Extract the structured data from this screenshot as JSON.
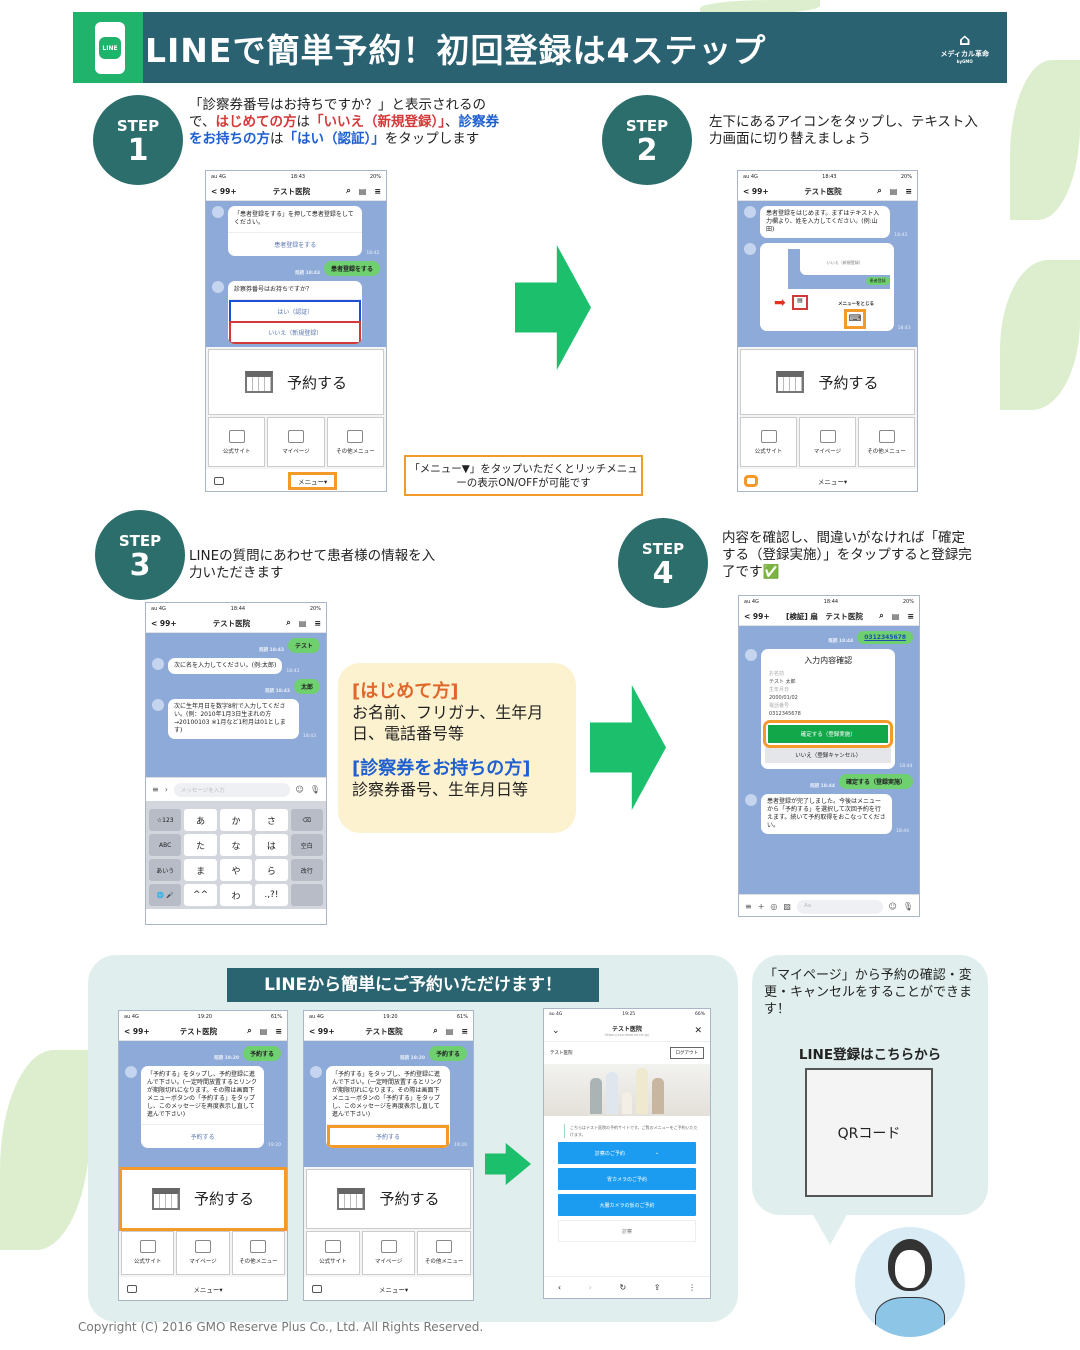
{
  "header": {
    "title": "LINEで簡単予約！初回登録は4ステップ",
    "logo_text": "LINE",
    "brand": "メディカル革命",
    "brand_sub": "byGMO"
  },
  "steps": [
    {
      "label": "STEP",
      "number": "1",
      "desc_parts": [
        "「診察券番号はお持ちですか？」と表示されるので、",
        "はじめての方",
        "は",
        "「いいえ（新規登録）」",
        "、",
        "診察券をお持ちの方",
        "は",
        "「はい（認証）」",
        "をタップします"
      ]
    },
    {
      "label": "STEP",
      "number": "2",
      "desc": "左下にあるアイコンをタップし、テキスト入力画面に切り替えましょう"
    },
    {
      "label": "STEP",
      "number": "3",
      "desc": "LINEの質問にあわせて患者様の情報を入力いただきます"
    },
    {
      "label": "STEP",
      "number": "4",
      "desc": "内容を確認し、間違いがなければ「確定する（登録実施）」をタップすると登録完了です✅"
    }
  ],
  "callout": "「メニュー▼」をタップいただくとリッチメニューの表示ON/OFFが可能です",
  "info_box": {
    "first_heading": "[はじめて方]",
    "first_text": "お名前、フリガナ、生年月日、電話番号等",
    "card_heading": "[診察券をお持ちの方]",
    "card_text": "診察券番号、生年月日等"
  },
  "rich_menu": {
    "reserve": "予約する",
    "official": "公式サイト",
    "mypage": "マイページ",
    "other": "その他メニュー",
    "menu_toggle": "メニュー▾"
  },
  "phones": {
    "p1": {
      "carrier": "au 4G",
      "time": "18:43",
      "battery": "20%",
      "back": "< 99+",
      "title": "テスト医院",
      "messages": [
        {
          "type": "card",
          "text": "「患者登録をする」を押して患者登録をしてください。",
          "buttons": [
            {
              "label": "患者登録をする"
            }
          ],
          "time": "18:42"
        },
        {
          "type": "out",
          "text": "患者登録をする",
          "read": "既読 18:43"
        },
        {
          "type": "card",
          "text": "診察券番号はお持ちですか？",
          "buttons": [
            {
              "label": "はい（認証）",
              "hl": "blue"
            },
            {
              "label": "いいえ（新規登録）",
              "hl": "red"
            }
          ]
        }
      ]
    },
    "p2": {
      "carrier": "au 4G",
      "time": "18:43",
      "battery": "20%",
      "back": "< 99+",
      "title": "テスト医院",
      "messages": [
        {
          "type": "in",
          "text": "患者登録をはじめます。まずはテキスト入力欄より、姓を入力してください。(例:山田)",
          "time": "18:43"
        },
        {
          "type": "tutorial",
          "option": "いいえ（新規登録）",
          "sent": "患者登録",
          "close": "メニューをとじる",
          "time": "18:43"
        }
      ]
    },
    "p3": {
      "carrier": "au 4G",
      "time": "18:44",
      "battery": "20%",
      "back": "< 99+",
      "title": "テスト医院",
      "input_placeholder": "メッセージを入力",
      "messages": [
        {
          "type": "out",
          "text": "テスト",
          "read": "既読 18:43"
        },
        {
          "type": "in",
          "text": "次に名を入力してください。(例:太郎)",
          "time": "18:43"
        },
        {
          "type": "out",
          "text": "太郎",
          "read": "既読 18:43"
        },
        {
          "type": "in",
          "text": "次に生年月日を数字8桁で入力してください。(例：2010年1月3日生まれの方→20100103 ※1月など1桁月は01とします)",
          "time": "18:43"
        }
      ],
      "keys": [
        "☆123",
        "あ",
        "か",
        "さ",
        "⌫",
        "ABC",
        "た",
        "な",
        "は",
        "空白",
        "あいう",
        "ま",
        "や",
        "ら",
        "改行",
        "🌐 🎤",
        "^^",
        "わ",
        ".,?!",
        ""
      ]
    },
    "p4": {
      "carrier": "au 4G",
      "time": "18:44",
      "battery": "20%",
      "back": "< 99+",
      "title": "[検証] 扇　テスト医院",
      "input_placeholder": "Aa",
      "messages": [
        {
          "type": "out",
          "text": "0312345678",
          "read": "既読 18:44"
        },
        {
          "type": "confirm",
          "heading": "入力内容確認",
          "fields": [
            "お名前",
            "テスト 太郎",
            "生年月日",
            "2000/01/02",
            "電話番号",
            "0312345678"
          ],
          "ok": "確定する（登録実施）",
          "cancel": "いいえ（登録キャンセル）",
          "time": "18:44"
        },
        {
          "type": "out",
          "text": "確定する（登録実施）",
          "read": "既読 18:44"
        },
        {
          "type": "in",
          "text": "患者登録が完了しました。今後はメニューから「予約する」を選択して次回予約を行えます。続いて予約取得をおこなってください。",
          "time": "18:44"
        }
      ]
    },
    "b1": {
      "carrier": "au 4G",
      "time": "19:20",
      "battery": "61%",
      "back": "< 99+",
      "title": "テスト医院",
      "messages": [
        {
          "type": "out",
          "text": "予約する",
          "read": "既読 19:20"
        },
        {
          "type": "card",
          "text": "「予約する」をタップし、予約登録に進んで下さい。(一定時間放置するとリンクが期限切れになります。その際は画面下メニューボタンの「予約する」をタップし、このメッセージを再度表示し直して進んで下さい)",
          "buttons": [
            {
              "label": "予約する"
            }
          ],
          "time": "19:20"
        }
      ]
    },
    "b2": {
      "carrier": "au 4G",
      "time": "19:20",
      "battery": "61%",
      "back": "< 99+",
      "title": "テスト医院",
      "messages": [
        {
          "type": "out",
          "text": "予約する",
          "read": "既読 19:20"
        },
        {
          "type": "card",
          "text": "「予約する」をタップし、予約登録に進んで下さい。(一定時間放置するとリンクが期限切れになります。その際は画面下メニューボタンの「予約する」をタップし、このメッセージを再度表示し直して進んで下さい)",
          "buttons": [
            {
              "label": "予約する",
              "hl": "orange"
            }
          ],
          "time": "19:20"
        }
      ]
    }
  },
  "browser": {
    "carrier": "au 4G",
    "time": "19:25",
    "battery": "66%",
    "title": "テスト医院",
    "url": "https://xxx.reserve.ne.jp/",
    "clinic": "テスト医院",
    "logout": "ログアウト",
    "notice": "こちらはテスト医院の予約サイトです。ご覧のメニューをご予約いただけます。",
    "buttons": [
      "診察のご予約",
      "胃カメラのご予約",
      "大腸カメラの仮のご予約"
    ],
    "plain_button": "診察"
  },
  "bottom": {
    "banner": "LINEから簡単にご予約いただけます！",
    "mypage_text": "「マイページ」から予約の確認・変更・キャンセルをすることができます！",
    "register_label": "LINE登録はこちらから",
    "qr_label": "QRコード"
  },
  "copyright": "Copyright (C) 2016 GMO Reserve Plus Co., Ltd. All Rights Reserved.",
  "colors": {
    "header": "#2a6272",
    "line_green": "#1fb36b",
    "step": "#2b6e6c",
    "arrow": "#1bbf6c",
    "highlight": "#f39a2b",
    "chat_bg": "#8eaad8"
  }
}
